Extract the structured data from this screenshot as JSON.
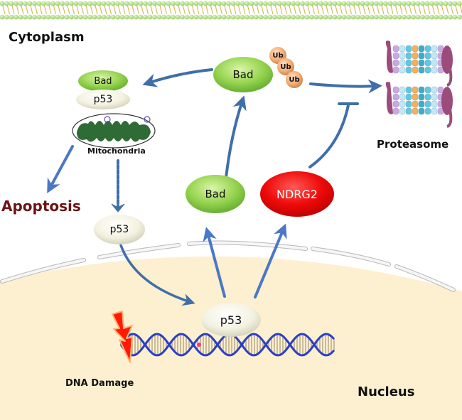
{
  "diagram": {
    "title": "p53 / Bad / NDRG2 apoptosis pathway",
    "compartments": {
      "cytoplasm": "Cytoplasm",
      "nucleus": "Nucleus"
    },
    "labels": {
      "mitochondria": "Mitochondria",
      "apoptosis": "Apoptosis",
      "proteasome": "Proteasome",
      "dna_damage": "DNA Damage"
    },
    "nodes": {
      "bad_mito": "Bad",
      "p53_mito": "p53",
      "bad_ub": "Bad",
      "ub1": "Ub",
      "ub2": "Ub",
      "ub3": "Ub",
      "bad_cyto": "Bad",
      "ndrg2": "NDRG2",
      "p53_cyto": "p53",
      "p53_nucleus": "p53"
    },
    "edges": [
      {
        "from": "p53 (nucleus)",
        "to": "Bad (cytoplasm)",
        "type": "activation"
      },
      {
        "from": "p53 (nucleus)",
        "to": "NDRG2",
        "type": "activation"
      },
      {
        "from": "Bad (cytoplasm)",
        "to": "Bad-Ub",
        "type": "activation"
      },
      {
        "from": "Bad-Ub",
        "to": "Proteasome",
        "type": "activation"
      },
      {
        "from": "NDRG2",
        "to": "Bad-Ub → Proteasome",
        "type": "inhibition"
      },
      {
        "from": "Bad-Ub",
        "to": "Bad/p53 (mitochondria)",
        "type": "activation"
      },
      {
        "from": "Mitochondria",
        "to": "Apoptosis",
        "type": "activation"
      },
      {
        "from": "Mitochondria",
        "to": "p53 (cytoplasm)",
        "type": "dashed"
      },
      {
        "from": "p53 (cytoplasm)",
        "to": "p53 (nucleus)",
        "type": "activation"
      }
    ],
    "colors": {
      "arrow": "#3f6fa8",
      "bad_green": "#8fd14f",
      "ndrg2_red": "#e8000a",
      "p53_cream": "#f4f3e2",
      "nucleus_fill": "#fdf0d0",
      "apoptosis_text": "#6b1414",
      "mito_green": "#2f6b35",
      "ub_orange": "#f3b07a",
      "lightning": "#ff1a00"
    }
  }
}
